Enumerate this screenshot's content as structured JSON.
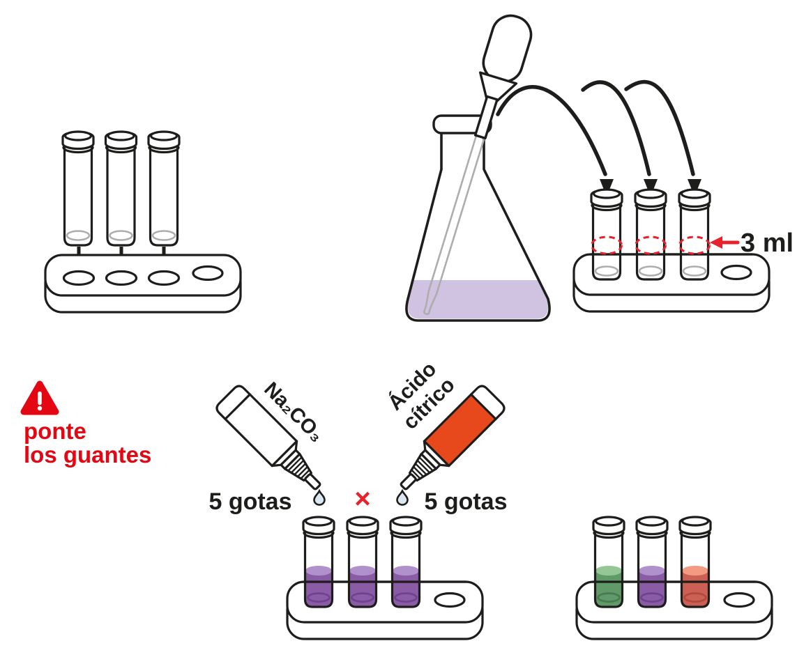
{
  "colors": {
    "ink": "#1D1D1B",
    "red": "#E30613",
    "mark-red": "#E8212B",
    "glass": "#ADADAD",
    "drop": "#DAE8F4",
    "flask-liquid": "#CFC3E1",
    "bottle-orange": "#E8491C",
    "purple-top": "#B191CB",
    "purple-body": "#8A5CA6",
    "purple-edge": "#6E4390",
    "green-top": "#94C795",
    "green-body": "#5F9A68",
    "green-edge": "#497A52",
    "salmon-top": "#F29B82",
    "salmon-body": "#CD6054",
    "salmon-edge": "#B04A40"
  },
  "icons": {
    "warning": "triangle-exclamation",
    "drop": "droplet",
    "arrows": "flow-arrows"
  },
  "labels": {
    "volume": "3 ml",
    "warning_line1": "ponte",
    "warning_line2": "los guantes",
    "bottle_left": "Na₂CO₃",
    "bottle_right_line1": "Ácido",
    "bottle_right_line2": "cítrico",
    "drops_left": "5 gotas",
    "drops_right": "5 gotas",
    "cross": "×"
  }
}
